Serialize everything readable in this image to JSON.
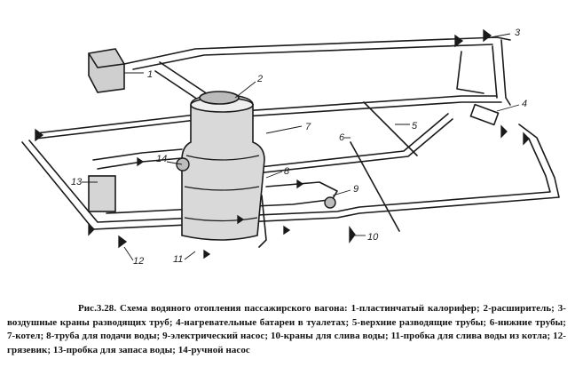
{
  "figure": {
    "labels": [
      "1",
      "2",
      "3",
      "4",
      "5",
      "6",
      "7",
      "8",
      "9",
      "10",
      "11",
      "12",
      "13",
      "14"
    ],
    "caption_prefix": "Рис.3.28.",
    "caption_text": "Схема водяного отопления пассажирского вагона: 1-пластинчатый калорифер; 2-расширитель; 3-воздушные краны разводящих труб; 4-нагревательные батареи в туалетах; 5-верхние разводящие трубы; 6-нижние трубы; 7-котел; 8-труба для подачи воды; 9-электрический насос; 10-краны для слива воды; 11-пробка для слива воды из котла; 12-грязевик; 13-пробка для запаса воды; 14-ручной насос"
  },
  "colors": {
    "ink": "#1a1a1a",
    "shade": "#9a9a9a",
    "paper": "#ffffff"
  }
}
